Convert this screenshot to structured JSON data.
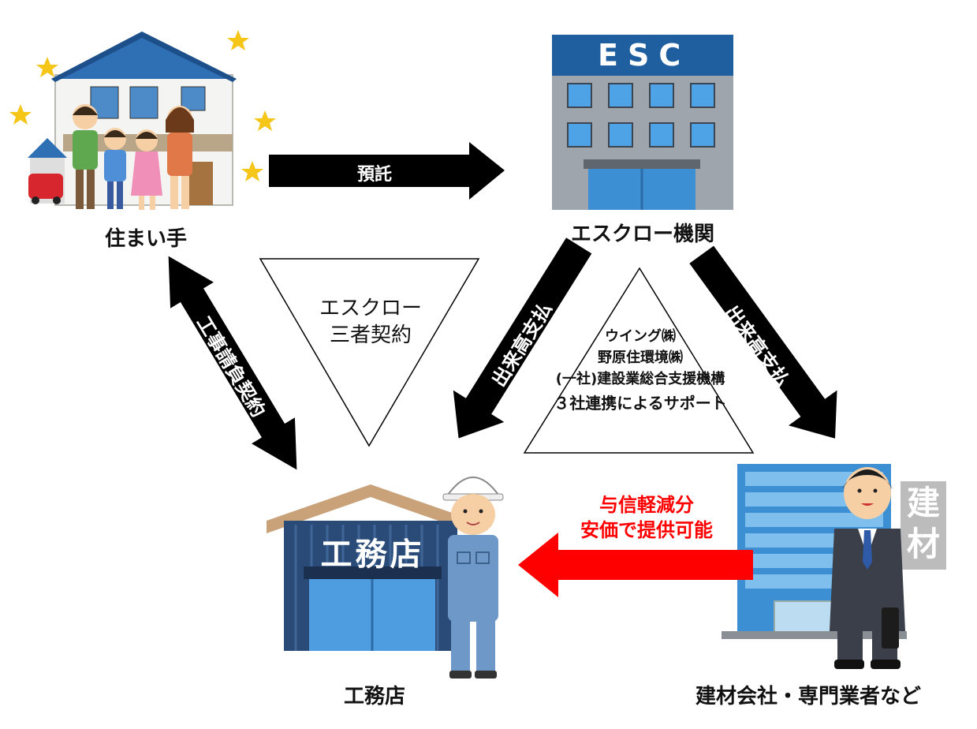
{
  "nodes": {
    "homeowner": "住まい手",
    "escrow_agency": "エスクロー機関",
    "builder": "工務店",
    "supplier": "建材会社・専門業者など"
  },
  "signs": {
    "agency_sign": "ESC",
    "builder_sign": "工務店",
    "supplier_sign": "建材"
  },
  "arrows": {
    "deposit": "預託",
    "contract": "工事請負契約",
    "payment_left": "出来高支払",
    "payment_right": "出来高支払",
    "supply_line1": "与信軽減分",
    "supply_line2": "安価で提供可能"
  },
  "triangles": {
    "escrow_line1": "エスクロー",
    "escrow_line2": "三者契約",
    "support_line1": "ウイング㈱",
    "support_line2": "野原住環境㈱",
    "support_line3": "(一社)建設業総合支援機構",
    "support_line4": "３社連携によるサポート"
  },
  "colors": {
    "arrow_black": "#000000",
    "arrow_red": "#ff0000",
    "roof_blue": "#2f6fb4",
    "building_gray": "#9fa5ac",
    "builder_blue": "#2a4b78",
    "glass_blue": "#3d8fd4",
    "worker_blue": "#6e98c8"
  }
}
